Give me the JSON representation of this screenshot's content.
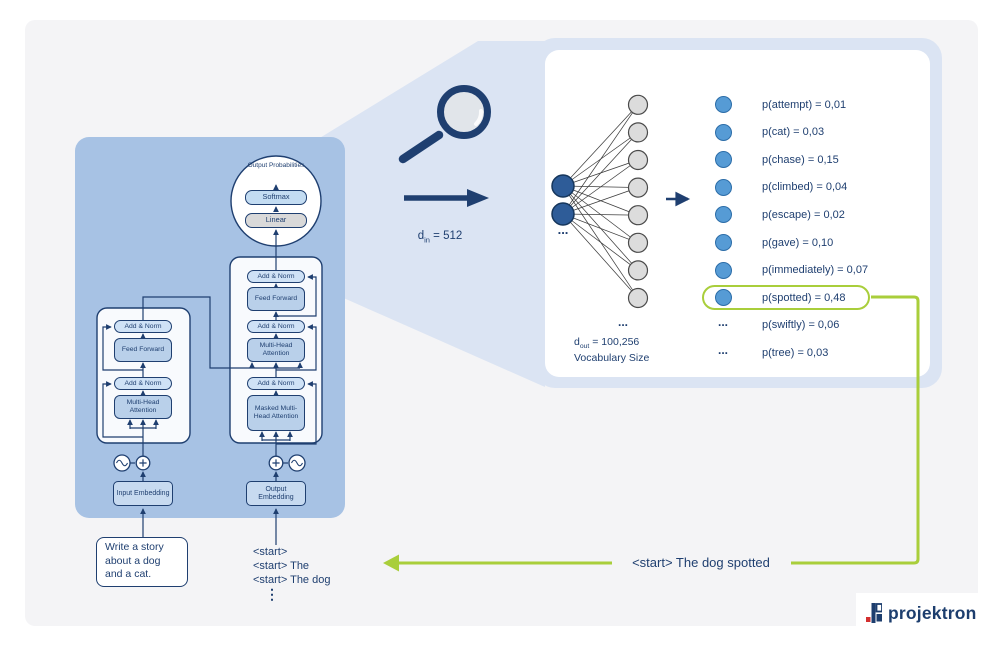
{
  "colors": {
    "navy": "#1f3f70",
    "panel_blue": "#dbe4f3",
    "box_blue": "#a7c2e4",
    "bg_gray": "#f4f4f6",
    "node_blue": "#569bd5",
    "node_dark": "#2e5c98",
    "node_gray": "#dcdcdc",
    "green": "#a9ce3b"
  },
  "transformer": {
    "output_title": "Output Probabilities",
    "softmax_label": "Softmax",
    "linear_label": "Linear",
    "decoder_blocks": [
      "Add & Norm",
      "Feed Forward",
      "Add & Norm",
      "Multi-Head Attention",
      "Add & Norm",
      "Masked Multi-Head Attention"
    ],
    "encoder_blocks": [
      "Add & Norm",
      "Feed Forward",
      "Add & Norm",
      "Multi-Head Attention"
    ],
    "input_embedding": "Input Embedding",
    "output_embedding": "Output Embedding"
  },
  "zoom_annotation": {
    "d_base": "d",
    "d_sub": "in",
    "d_rest": " = 512"
  },
  "network": {
    "ellipsis": "...",
    "d_base": "d",
    "d_sub": "out",
    "d_rest": " = 100,256",
    "vocab_label": "Vocabulary Size"
  },
  "probabilities": {
    "rows": [
      {
        "label": "p(attempt) = 0,01",
        "marker": "circle"
      },
      {
        "label": "p(cat) = 0,03",
        "marker": "circle"
      },
      {
        "label": "p(chase) = 0,15",
        "marker": "circle"
      },
      {
        "label": "p(climbed) = 0,04",
        "marker": "circle"
      },
      {
        "label": "p(escape) = 0,02",
        "marker": "circle"
      },
      {
        "label": "p(gave) = 0,10",
        "marker": "circle"
      },
      {
        "label": "p(immediately) = 0,07",
        "marker": "circle"
      },
      {
        "label": "p(spotted) = 0,48",
        "marker": "circle",
        "highlighted": true
      },
      {
        "label": "p(swiftly) = 0,06",
        "marker": "dots"
      },
      {
        "label": "p(tree) = 0,03",
        "marker": "dots"
      }
    ]
  },
  "bottom": {
    "prompt_lines": [
      "Write a story",
      "about a dog",
      "and a cat."
    ],
    "start_lines": [
      "<start>",
      "<start> The",
      "<start> The dog"
    ],
    "vdots": "⋮",
    "feedback_text": "<start> The dog spotted"
  },
  "logo": {
    "text": "projektron"
  }
}
